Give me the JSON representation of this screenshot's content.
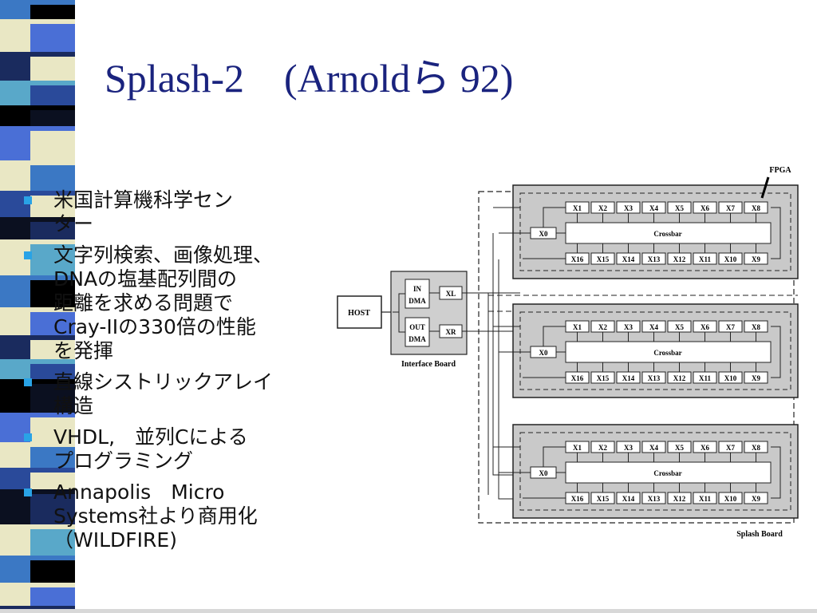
{
  "slide": {
    "title": "Splash-2　(Arnoldら 92)",
    "bullets": [
      "米国計算機科学セン\nター",
      "文字列検索、画像処理、\nDNAの塩基配列間の\n距離を求める問題で\nCray-IIの330倍の性能\nを発揮",
      "直線シストリックアレイ\n構造",
      "VHDL,　並列Cによる\nプログラミング",
      "Annapolis　Micro\nSystems社より商用化\n（WILDFIRE)"
    ],
    "accent_color": "#29a3e6",
    "title_color": "#1a237e"
  },
  "diagram": {
    "fpga_label": "FPGA",
    "host_label": "HOST",
    "interface_board_label": "Interface Board",
    "splash_board_label": "Splash Board",
    "in_dma_lines": [
      "IN",
      "DMA"
    ],
    "out_dma_lines": [
      "OUT",
      "DMA"
    ],
    "xl_label": "XL",
    "xr_label": "XR",
    "x0_label": "X0",
    "crossbar_label": "Crossbar",
    "top_row": [
      "X1",
      "X2",
      "X3",
      "X4",
      "X5",
      "X6",
      "X7",
      "X8"
    ],
    "bottom_row": [
      "X16",
      "X15",
      "X14",
      "X13",
      "X12",
      "X11",
      "X10",
      "X9"
    ]
  }
}
